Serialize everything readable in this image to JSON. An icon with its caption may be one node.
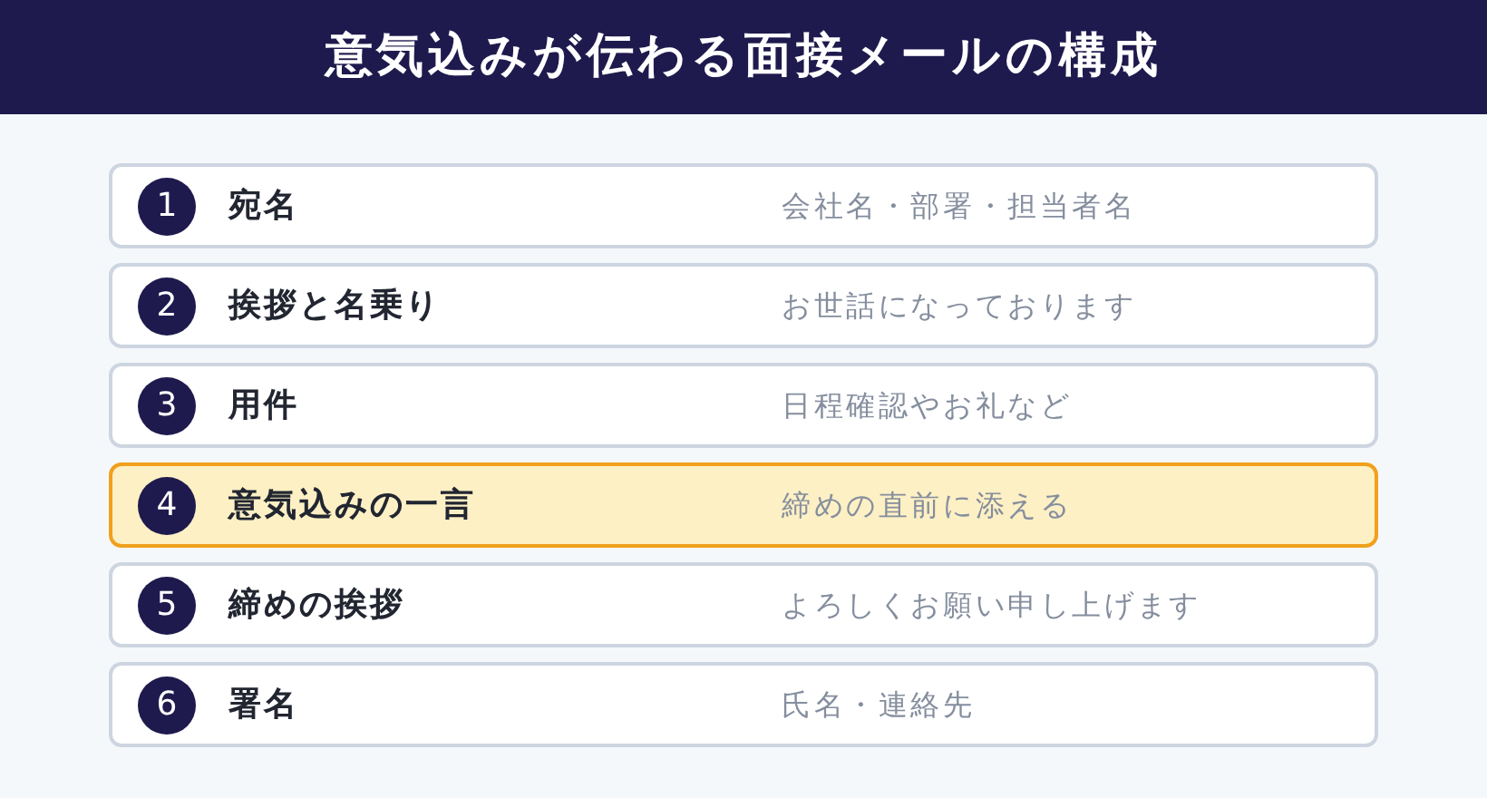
{
  "diagram": {
    "title": "意気込みが伝わる面接メールの構成",
    "nodes": [
      {
        "text": [
          "宛名",
          "会社名・部署・担当者名"
        ]
      },
      {
        "text": [
          "1"
        ],
        "in": 0
      },
      {
        "text": [
          "挨拶と名乗り",
          "お世話になっております"
        ]
      },
      {
        "text": [
          "2"
        ],
        "in": 2
      },
      {
        "text": [
          "用件",
          "日程確認やお礼など"
        ]
      },
      {
        "text": [
          "3"
        ],
        "in": 4
      },
      {
        "text": [
          "意気込みの一言",
          "締めの直前に添える"
        ]
      },
      {
        "text": [
          "4"
        ],
        "in": 6
      },
      {
        "text": [
          "締めの挨拶",
          "よろしくお願い申し上げます"
        ]
      },
      {
        "text": [
          "5"
        ],
        "in": 8
      },
      {
        "text": [
          "署名",
          "氏名・連絡先"
        ]
      },
      {
        "text": [
          "6"
        ],
        "in": 10
      }
    ]
  }
}
